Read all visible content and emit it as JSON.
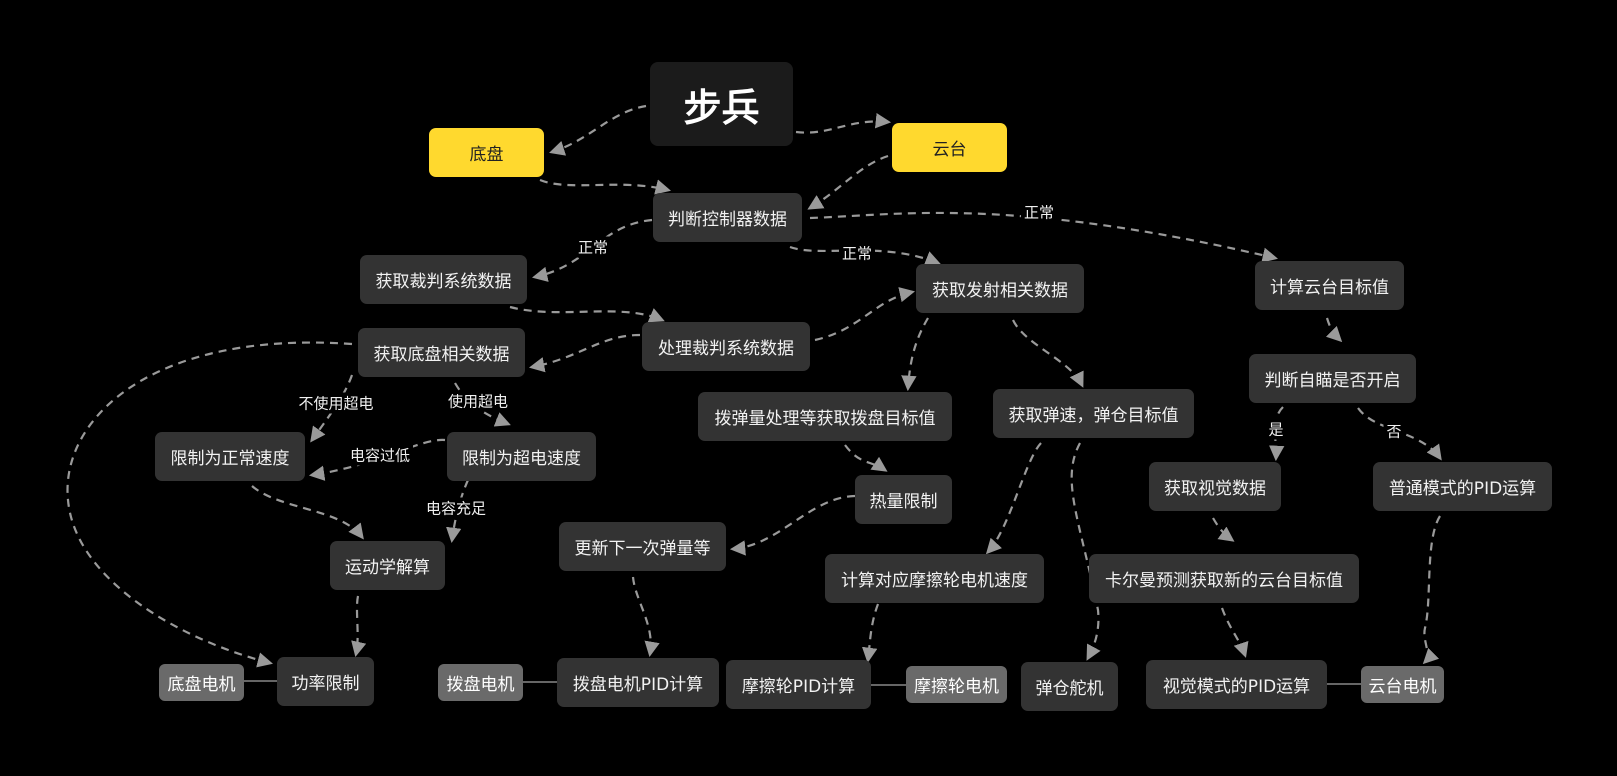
{
  "nodes": {
    "root": "步兵",
    "chassis": "底盘",
    "gimbal": "云台",
    "judge_controller": "判断控制器数据",
    "get_referee": "获取裁判系统数据",
    "get_shoot": "获取发射相关数据",
    "calc_gimbal_target": "计算云台目标值",
    "get_chassis": "获取底盘相关数据",
    "process_referee": "处理裁判系统数据",
    "judge_autoaim": "判断自瞄是否开启",
    "limit_normal": "限制为正常速度",
    "limit_super": "限制为超电速度",
    "dial_process": "拨弹量处理等获取拨盘目标值",
    "get_speed_mag": "获取弹速，弹仓目标值",
    "get_vision": "获取视觉数据",
    "normal_pid": "普通模式的PID运算",
    "heat_limit": "热量限制",
    "kinematics": "运动学解算",
    "update_next": "更新下一次弹量等",
    "calc_friction": "计算对应摩擦轮电机速度",
    "kalman": "卡尔曼预测获取新的云台目标值",
    "chassis_motor": "底盘电机",
    "power_limit": "功率限制",
    "dial_motor": "拨盘电机",
    "dial_pid": "拨盘电机PID计算",
    "friction_pid": "摩擦轮PID计算",
    "friction_motor": "摩擦轮电机",
    "mag_servo": "弹仓舵机",
    "vision_pid": "视觉模式的PID运算",
    "gimbal_motor": "云台电机"
  },
  "edge_labels": {
    "normal_1": "正常",
    "normal_2": "正常",
    "normal_3": "正常",
    "no_super": "不使用超电",
    "use_super": "使用超电",
    "cap_low": "电容过低",
    "cap_full": "电容充足",
    "yes": "是",
    "no": "否"
  },
  "colors": {
    "background": "#000000",
    "node": "#333333",
    "root_node": "#1b1b1b",
    "highlight": "#ffd92e",
    "motor_node": "#6a6a6a",
    "edge": "#9a9a9a"
  }
}
